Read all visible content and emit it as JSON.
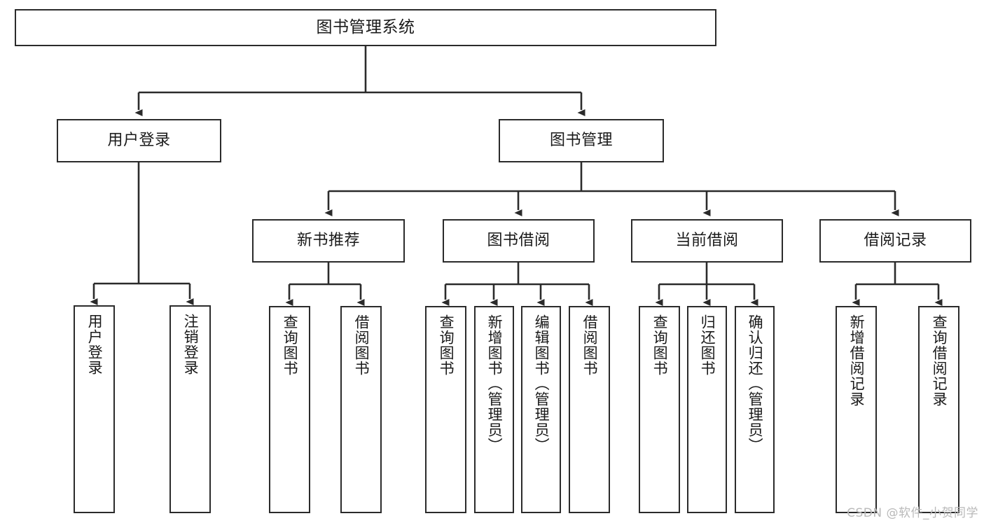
{
  "diagram": {
    "title": "图书管理系统",
    "watermark": "CSDN @软件_小贺同学",
    "line_color": "#2b2b2b",
    "text_color": "#1a1a1a",
    "background": "#ffffff",
    "nodes": {
      "root": {
        "label": "图书管理系统"
      },
      "l1": [
        {
          "label": "用户登录"
        },
        {
          "label": "图书管理"
        }
      ],
      "l2": [
        {
          "label": "新书推荐"
        },
        {
          "label": "图书借阅"
        },
        {
          "label": "当前借阅"
        },
        {
          "label": "借阅记录"
        }
      ],
      "leaves": [
        {
          "label": "用户登录"
        },
        {
          "label": "注销登录"
        },
        {
          "label": "查询图书"
        },
        {
          "label": "借阅图书"
        },
        {
          "label": "查询图书"
        },
        {
          "label": "新增图书（管理员）"
        },
        {
          "label": "编辑图书（管理员）"
        },
        {
          "label": "借阅图书"
        },
        {
          "label": "查询图书"
        },
        {
          "label": "归还图书"
        },
        {
          "label": "确认归还（管理员）"
        },
        {
          "label": "新增借阅记录"
        },
        {
          "label": "查询借阅记录"
        }
      ]
    }
  }
}
